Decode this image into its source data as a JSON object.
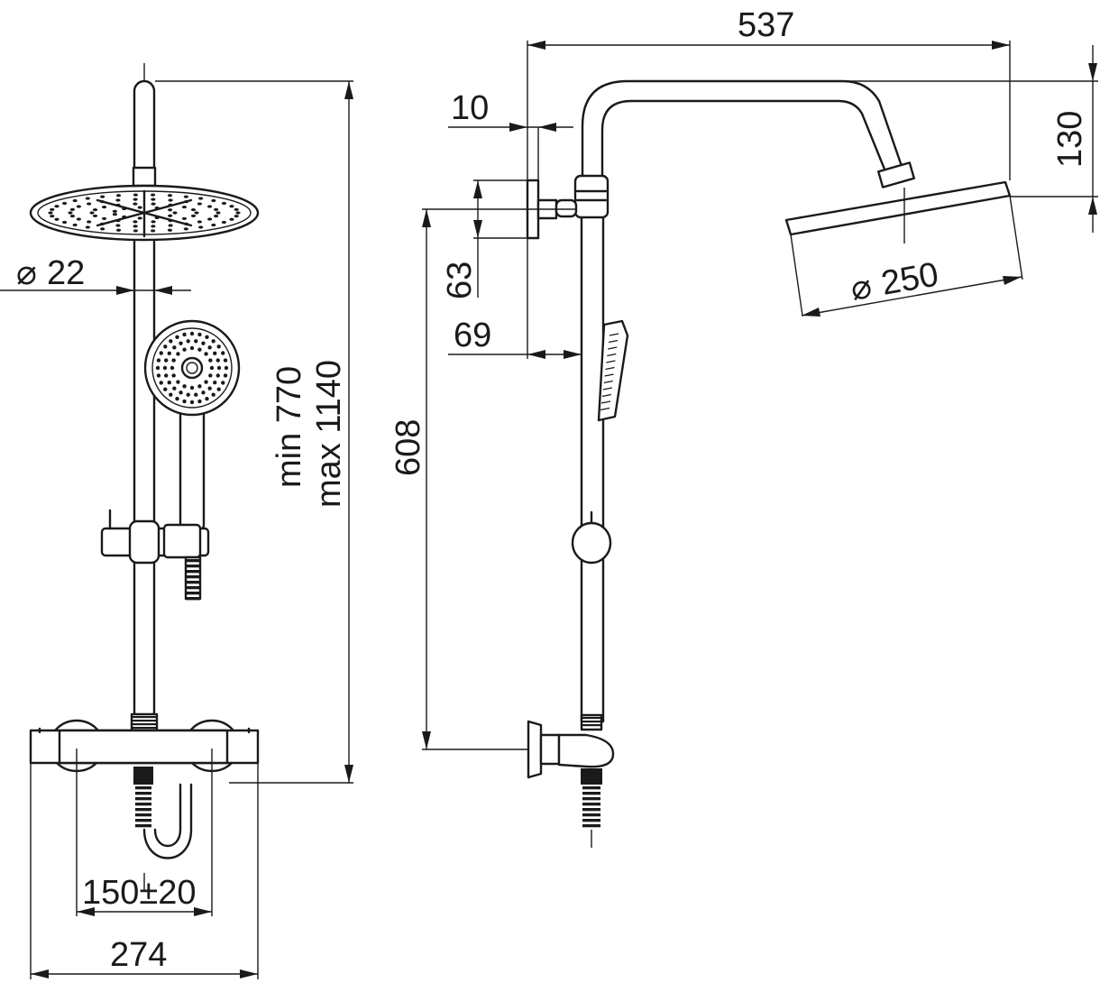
{
  "dimensions": {
    "overall_width": "537",
    "arm_offset": "10",
    "wall_bracket": "63",
    "bar_offset": "69",
    "drop": "130",
    "head_diameter": "250",
    "bar_diameter": "22",
    "height_min": "min 770",
    "height_max": "max 1140",
    "height_608": "608",
    "inlet_spacing": "150±20",
    "mixer_width": "274"
  },
  "symbols": {
    "diameter": "⌀"
  }
}
